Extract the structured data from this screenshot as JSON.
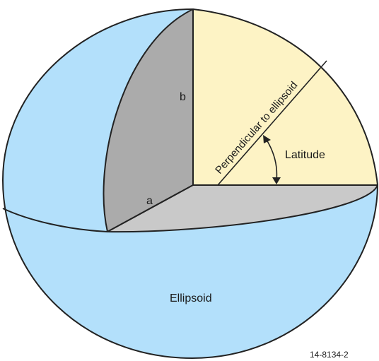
{
  "diagram": {
    "labels": {
      "semi_minor_axis": "b",
      "semi_major_axis": "a",
      "perpendicular": "Perpendicular to ellipsoid",
      "latitude": "Latitude",
      "ellipsoid": "Ellipsoid",
      "figure_id": "14-8134-2"
    },
    "colors": {
      "ellipsoid_surface": "#b3e0fb",
      "meridian_section": "#ababab",
      "equatorial_section": "#c9c9c9",
      "cutaway_quadrant": "#fdf3c5",
      "outline": "#222222"
    }
  }
}
